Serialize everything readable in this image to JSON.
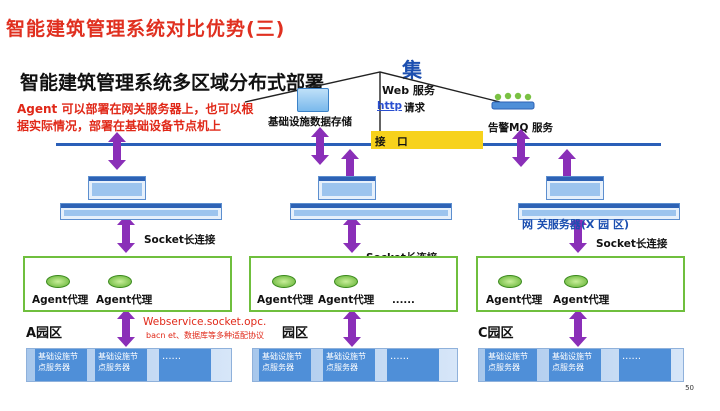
{
  "slide_title": "智能建筑管理系统对比优势(三)",
  "main_title": "智能建筑管理系统多区域分布式部署",
  "note_line1": "Agent 可以部署在网关服务器上，也可以根",
  "note_line2": "据实际情况，部署在基础设备节点机上",
  "top_char": "集",
  "web_service": "Web 服务",
  "http_label": "http",
  "request_label": "请求",
  "storage_label": "基础设施数据存储",
  "alarm_label": "告警MQ 服务",
  "interface_label": "接 口",
  "gateway_server_label": "网 关服务器(X 园 区)",
  "socket_label": "Socket长连接",
  "agent_label": "Agent代理",
  "ellipsis": "......",
  "protocol_line1": "Webservice.socket.opc.",
  "protocol_line2": "bacn   et、数据库等多种适配协议",
  "zones": [
    {
      "name": "A园区",
      "nodes": [
        "基础设施节点服务器",
        "基础设施节点服务器",
        "......"
      ]
    },
    {
      "name": "园区",
      "nodes": [
        "基础设施节点服务器",
        "基础设施节点服务器",
        "......"
      ]
    },
    {
      "name": "C园区",
      "nodes": [
        "基础设施节点服务器",
        "基础设施节点服务器",
        "......"
      ]
    }
  ],
  "page_number": "50",
  "colors": {
    "title_red": "#e03020",
    "bus_blue": "#2a5fb8",
    "arrow_purple": "#8a2fb8",
    "zone_green": "#6fbf3d",
    "interface_yellow": "#f7d21c"
  }
}
